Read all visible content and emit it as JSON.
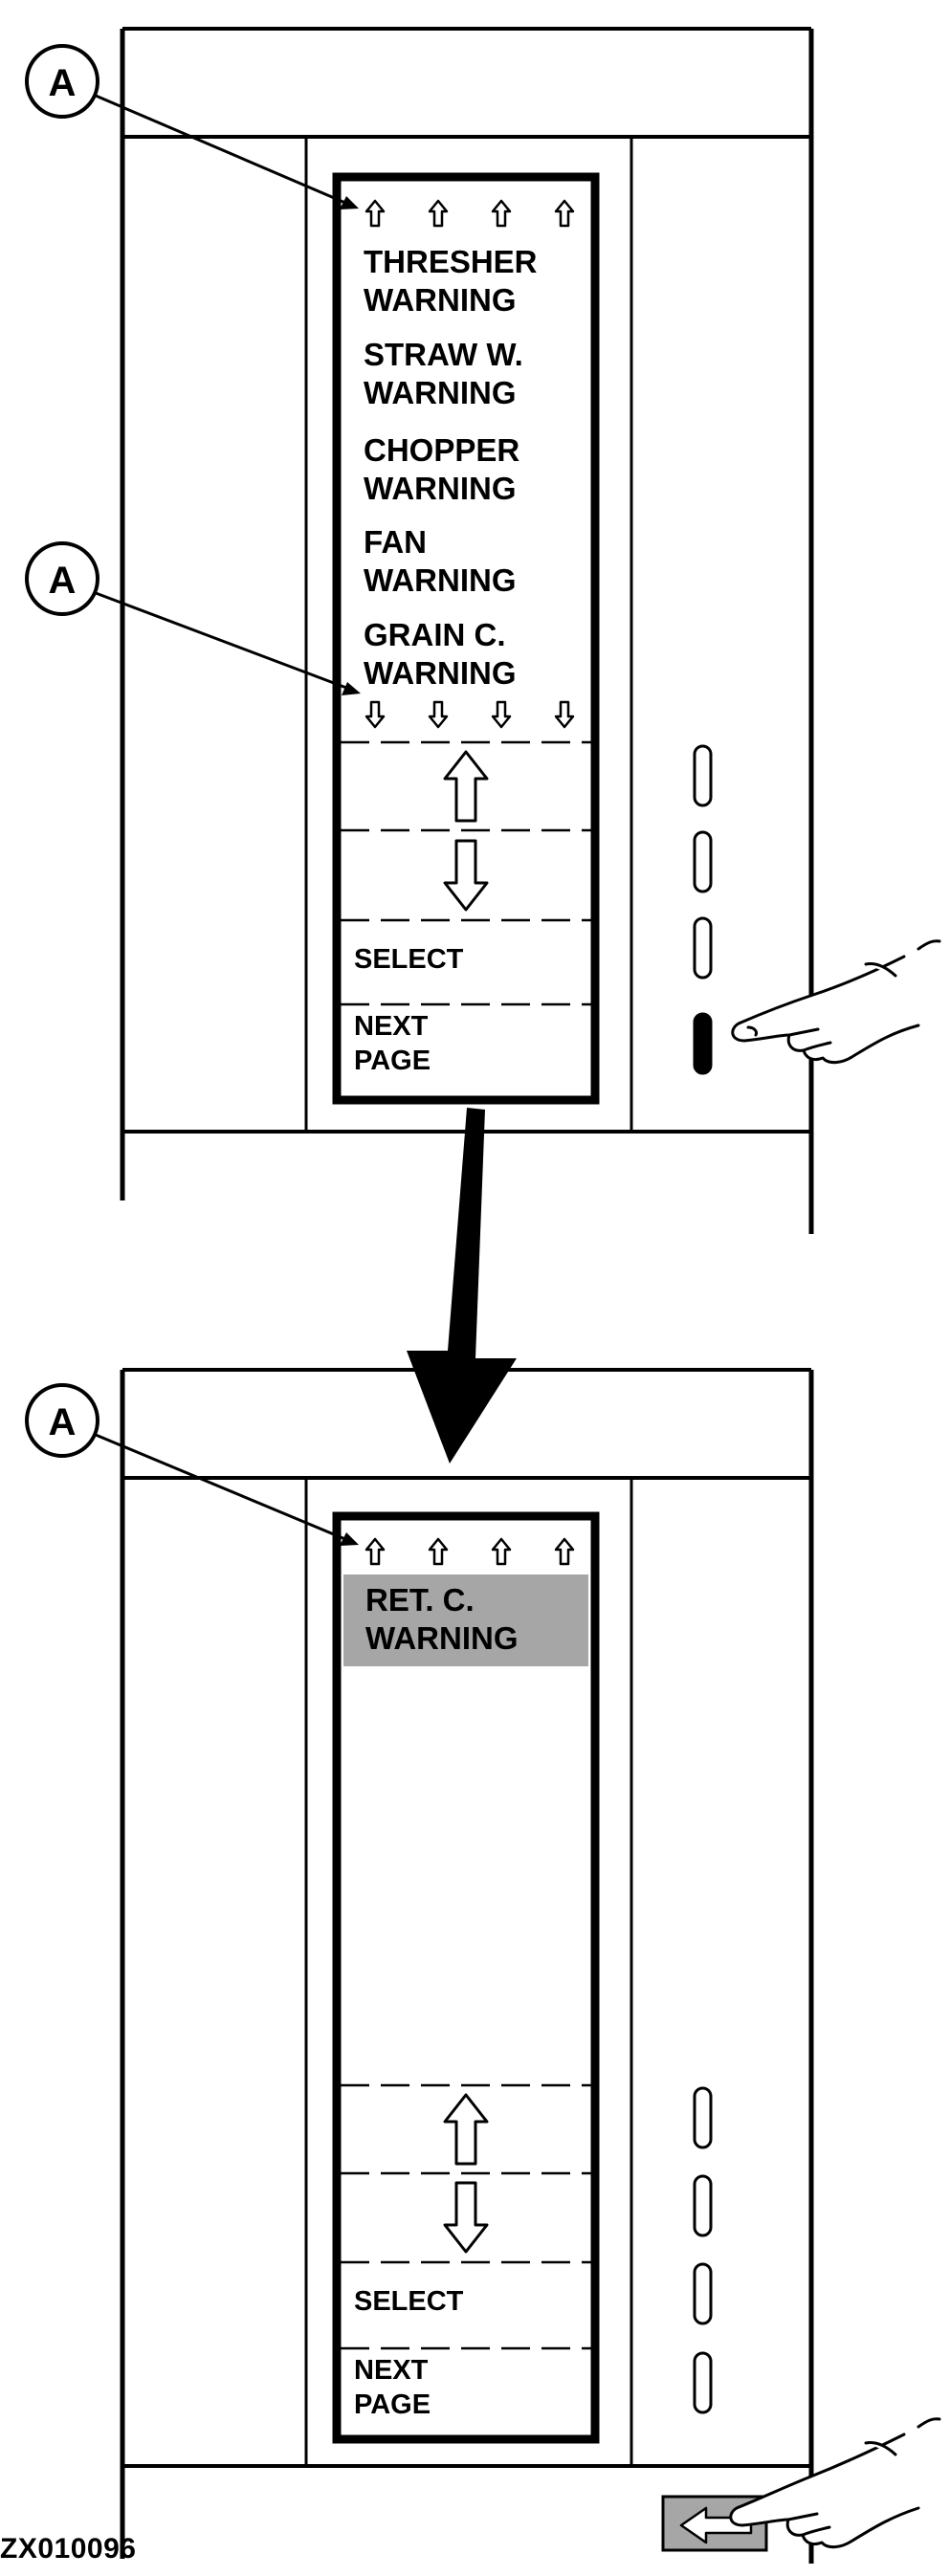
{
  "callout_letter": "A",
  "top_display": {
    "menu_items": [
      {
        "line1": "THRESHER",
        "line2": "WARNING"
      },
      {
        "line1": "STRAW W.",
        "line2": "WARNING"
      },
      {
        "line1": "CHOPPER",
        "line2": "WARNING"
      },
      {
        "line1": "FAN",
        "line2": "WARNING"
      },
      {
        "line1": "GRAIN C.",
        "line2": "WARNING"
      }
    ],
    "softkeys": {
      "select": "SELECT",
      "next_line1": "NEXT",
      "next_line2": "PAGE"
    }
  },
  "bottom_display": {
    "menu_items": [
      {
        "line1": "RET. C.",
        "line2": "WARNING",
        "highlighted": true
      }
    ],
    "softkeys": {
      "select": "SELECT",
      "next_line1": "NEXT",
      "next_line2": "PAGE"
    }
  },
  "figure_code": "ZX010096",
  "colors": {
    "line": "#000000",
    "highlight": "#a6a6a6",
    "background": "#ffffff"
  }
}
